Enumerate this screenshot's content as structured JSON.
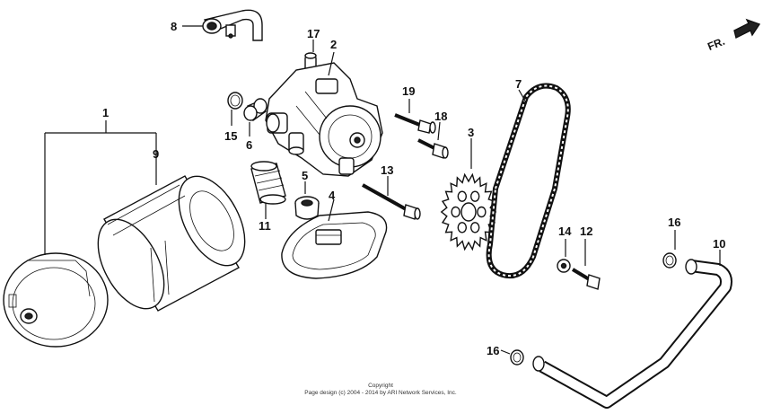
{
  "diagram": {
    "direction_label": "FR.",
    "callouts": {
      "c1": "1",
      "c2": "2",
      "c3": "3",
      "c4": "4",
      "c5": "5",
      "c6": "6",
      "c7": "7",
      "c8": "8",
      "c9": "9",
      "c10": "10",
      "c11": "11",
      "c12": "12",
      "c13": "13",
      "c14": "14",
      "c15": "15",
      "c16a": "16",
      "c16b": "16",
      "c17": "17",
      "c18": "18",
      "c19": "19"
    },
    "copyright_line1": "Copyright",
    "copyright_line2": "Page design (c) 2004 - 2014 by ARI Network Services, Inc."
  }
}
